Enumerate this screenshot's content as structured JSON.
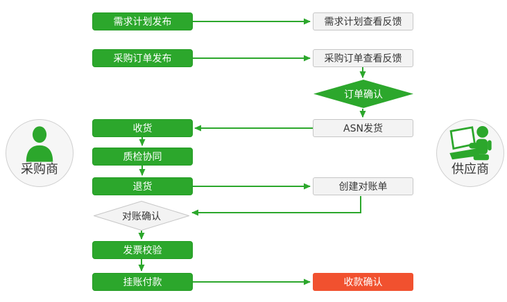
{
  "actors": {
    "buyer": {
      "label": "采购商"
    },
    "supplier": {
      "label": "供应商"
    }
  },
  "nodes": {
    "demand_plan_publish": "需求计划发布",
    "demand_plan_feedback": "需求计划查看反馈",
    "po_publish": "采购订单发布",
    "po_feedback": "采购订单查看反馈",
    "order_confirm": "订单确认",
    "asn_ship": "ASN发货",
    "receive": "收货",
    "quality_collab": "质检协同",
    "return_goods": "退货",
    "create_statement": "创建对账单",
    "reconcile_confirm": "对账确认",
    "invoice_verify": "发票校验",
    "book_payment": "挂账付款",
    "receipt_confirm": "收款确认"
  },
  "icons": {
    "buyer": "person-silhouette",
    "supplier": "person-with-laptop"
  },
  "colors": {
    "green": "#2ca72c",
    "green_dark": "#249c24",
    "red": "#f1512f",
    "gray_bg": "#f3f3f3",
    "gray_border": "#c6c6c6",
    "circle_bg": "#f6f6f6",
    "circle_border": "#cfcfcf",
    "text_dark": "#363636"
  }
}
